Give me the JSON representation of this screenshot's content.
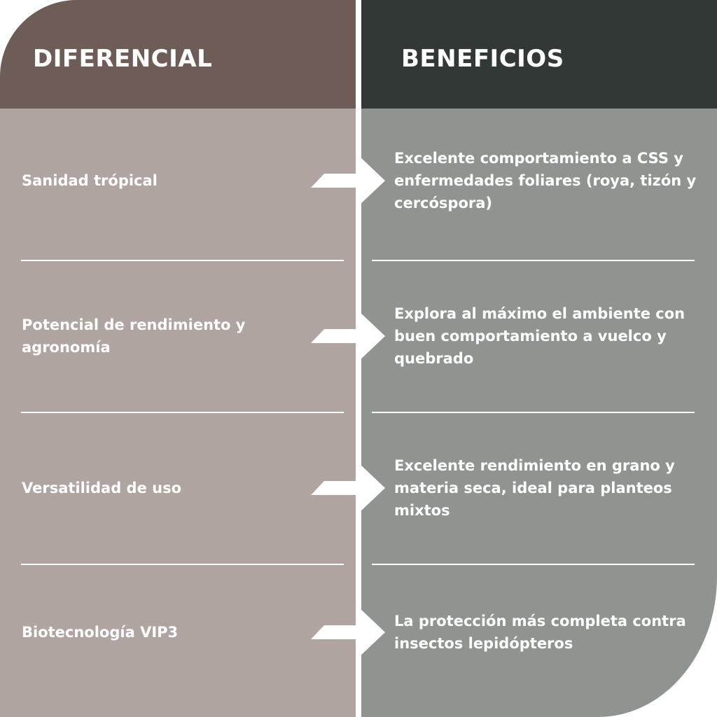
{
  "headers": {
    "left": "DIFERENCIAL",
    "right": "BENEFICIOS"
  },
  "rows": [
    {
      "diferencial": "Sanidad trópical",
      "beneficio": "Excelente comportamiento a CSS y enfermedades foliares (roya, tizón y cercóspora)"
    },
    {
      "diferencial": "Potencial de rendimiento y agronomía",
      "beneficio": "Explora al máximo el ambiente con buen comportamiento a vuelco y quebrado"
    },
    {
      "diferencial": "Versatilidad de uso",
      "beneficio": "Excelente rendimiento en grano y materia seca, ideal para planteos mixtos"
    },
    {
      "diferencial": "Biotecnología VIP3",
      "beneficio": "La protección más completa contra insectos lepidópteros"
    }
  ],
  "colors": {
    "left_header": "#6e5d57",
    "left_body": "#b0a4a0",
    "right_header": "#323836",
    "right_body": "#909491"
  }
}
